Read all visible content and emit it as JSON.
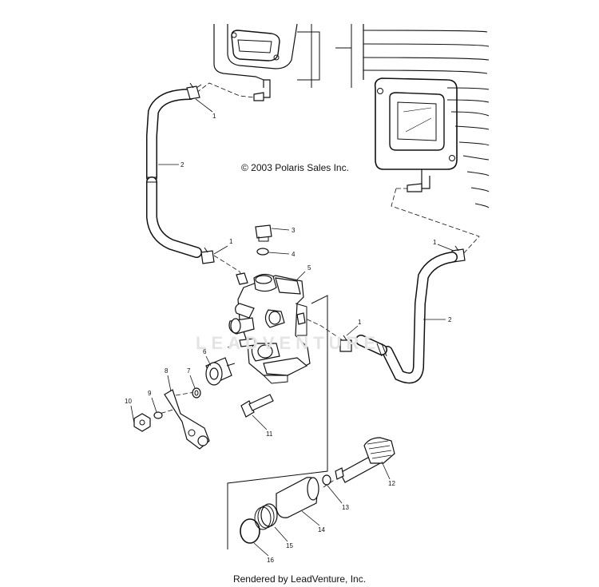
{
  "diagram": {
    "copyright": "© 2003 Polaris Sales Inc.",
    "watermark": "LEADVENTURE",
    "footer": "Rendered by LeadVenture, Inc.",
    "callouts": {
      "c1a": "1",
      "c1b": "1",
      "c1c": "1",
      "c1d": "1",
      "c2a": "2",
      "c2b": "2",
      "c3": "3",
      "c4": "4",
      "c5": "5",
      "c6": "6",
      "c7": "7",
      "c8": "8",
      "c9": "9",
      "c10": "10",
      "c11": "11",
      "c12": "12",
      "c13": "13",
      "c14": "14",
      "c15": "15",
      "c16": "16"
    }
  }
}
